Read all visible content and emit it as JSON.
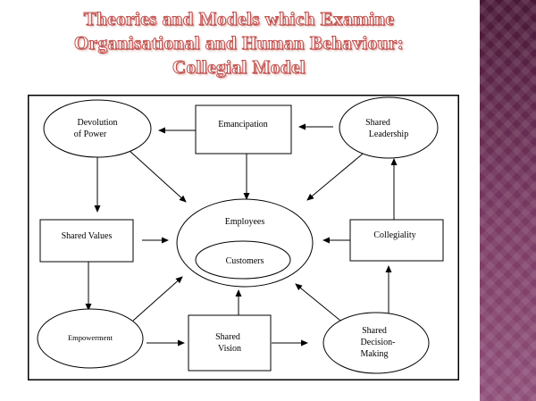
{
  "title": {
    "line1": "Theories and Models which Examine",
    "line2": "Organisational and Human Behaviour:",
    "line3": "Collegial Model"
  },
  "diagram": {
    "devolution": {
      "line1": "Devolution",
      "line2": "of Power"
    },
    "emancipation": "Emancipation",
    "shared_leadership": {
      "line1": "Shared",
      "line2": "Leadership"
    },
    "shared_values": "Shared Values",
    "employees": "Employees",
    "customers": "Customers",
    "collegiality": "Collegiality",
    "empowerment": "Empowerment",
    "shared_vision": {
      "line1": "Shared",
      "line2": "Vision"
    },
    "shared_decision": {
      "line1": "Shared",
      "line2": "Decision-",
      "line3": "Making"
    }
  },
  "colors": {
    "title_outline": "#c0504d",
    "sidebar": "#6e2f56"
  }
}
